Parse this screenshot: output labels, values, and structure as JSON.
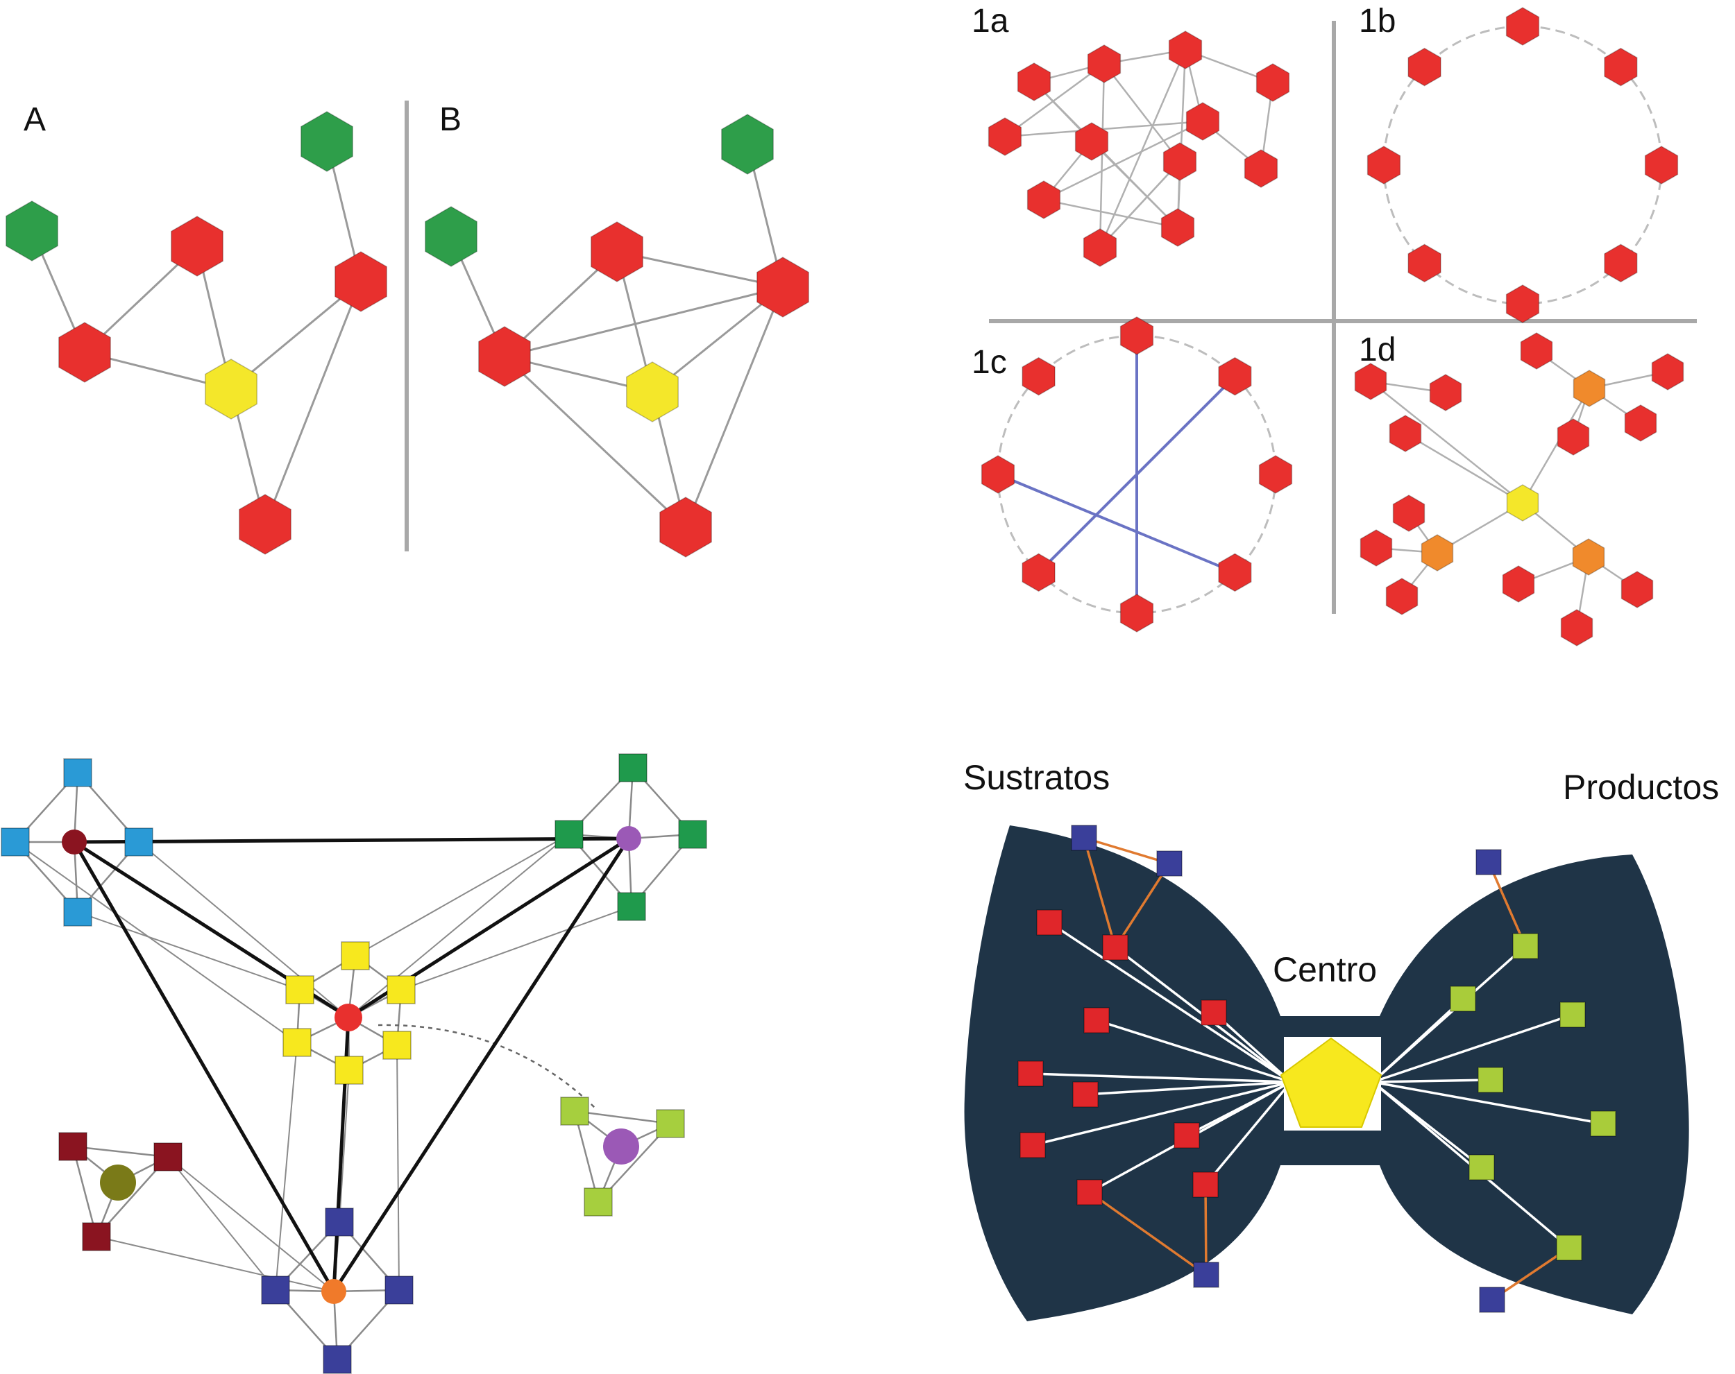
{
  "panels": {
    "A": {
      "label": "A"
    },
    "B": {
      "label": "B"
    },
    "1a": {
      "label": "1a"
    },
    "1b": {
      "label": "1b"
    },
    "1c": {
      "label": "1c"
    },
    "1d": {
      "label": "1d"
    }
  },
  "bowtie": {
    "left_label": "Sustratos",
    "center_label": "Centro",
    "right_label": "Productos"
  },
  "colors": {
    "red_node": "#e8302e",
    "green_node": "#2e9e4a",
    "yellow_node": "#f4e72a",
    "orange_node": "#f08a2c",
    "edge_gray": "#9a9a9a",
    "divider_gray": "#a8a8a8",
    "blue_edge": "#6a73c4",
    "bow_fill": "#1f3447",
    "bow_orange_edge": "#e07a30",
    "square_red": "#e0262a",
    "square_blue": "#3a3f9a",
    "square_green": "#a9cc3a",
    "square_light_blue": "#2a9ad6",
    "square_dark_green": "#1f9a4c",
    "square_yellow": "#f7e81e",
    "square_dark_red": "#8a1420",
    "square_lime": "#a6cf3e",
    "hub_dark_red": "#8a1420",
    "hub_purple": "#9b59b6",
    "hub_red": "#e8302e",
    "hub_olive": "#7a7a18",
    "hub_orange": "#f07a2a"
  }
}
